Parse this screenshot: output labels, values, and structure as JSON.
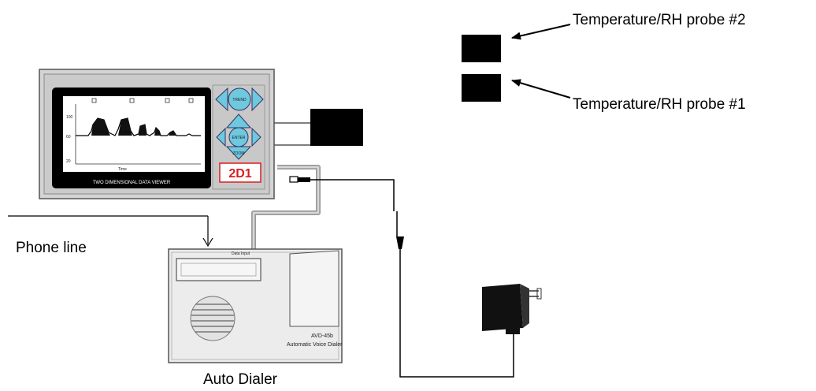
{
  "labels": {
    "probe2": "Temperature/RH probe #2",
    "probe1": "Temperature/RH probe #1",
    "phone_line": "Phone line",
    "auto_dialer": "Auto Dialer"
  },
  "viewer": {
    "screen_caption": "TWO DIMENSIONAL DATA VIEWER",
    "logo_text": "2D1",
    "buttons": {
      "up": "TREND",
      "center": "ENTER",
      "down": "ZOOM"
    }
  },
  "dialer": {
    "model": "AVD-45b",
    "description": "Automatic Voice Dialer",
    "port_label": "Data Input"
  },
  "colors": {
    "panel": "#d4d4d4",
    "panel_inner": "#c8c8c8",
    "screen_bezel": "#000000",
    "button_blue": "#6ec8de",
    "dialer_body": "#ececec",
    "logo_red": "#d81e1e"
  }
}
